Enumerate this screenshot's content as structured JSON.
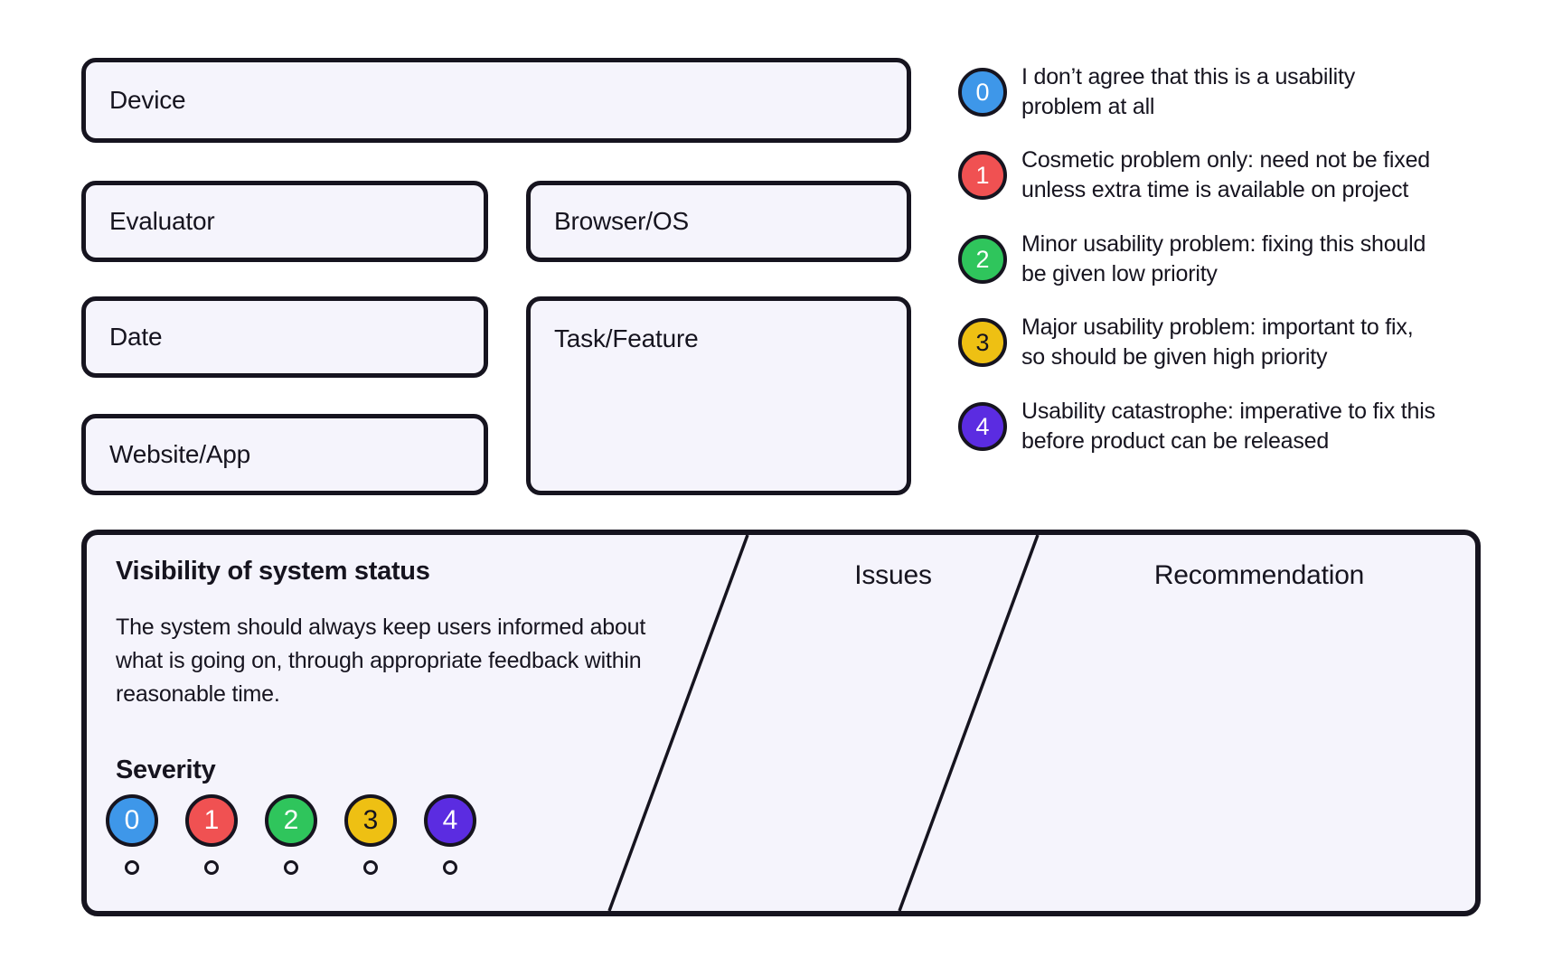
{
  "form_fields": [
    {
      "label": "Device"
    },
    {
      "label": "Evaluator"
    },
    {
      "label": "Browser/OS"
    },
    {
      "label": "Date"
    },
    {
      "label": "Task/Feature"
    },
    {
      "label": "Website/App"
    }
  ],
  "severity_legend": [
    {
      "value": "0",
      "color": "#3E97E9",
      "number_color": "#FFFFFF",
      "line1": "I don’t agree that this is a usability",
      "line2": "problem at all"
    },
    {
      "value": "1",
      "color": "#F05152",
      "number_color": "#FFFFFF",
      "line1": "Cosmetic problem only: need not be fixed",
      "line2": "unless extra time is available on project"
    },
    {
      "value": "2",
      "color": "#2FC55C",
      "number_color": "#FFFFFF",
      "line1": "Minor usability problem: fixing this should",
      "line2": "be given low priority"
    },
    {
      "value": "3",
      "color": "#EEC013",
      "number_color": "#16141F",
      "line1": "Major usability problem: important to fix,",
      "line2": "so should be given high priority"
    },
    {
      "value": "4",
      "color": "#5B2CE1",
      "number_color": "#FFFFFF",
      "line1": "Usability catastrophe: imperative to fix this",
      "line2": "before product can be released"
    }
  ],
  "heuristic_card": {
    "title": "Visibility of system status",
    "description_lines": [
      "The system should always keep users informed about",
      "what is going on, through appropriate feedback within",
      "reasonable time."
    ],
    "severity_label": "Severity",
    "columns": {
      "issues": "Issues",
      "recommendation": "Recommendation"
    }
  },
  "colors": {
    "ink": "#16141F",
    "panel_fill": "#F5F4FC",
    "page_background": "#FFFFFF",
    "severity_0_blue": "#3E97E9",
    "severity_1_red": "#F05152",
    "severity_2_green": "#2FC55C",
    "severity_3_yellow": "#EEC013",
    "severity_4_purple": "#5B2CE1"
  }
}
